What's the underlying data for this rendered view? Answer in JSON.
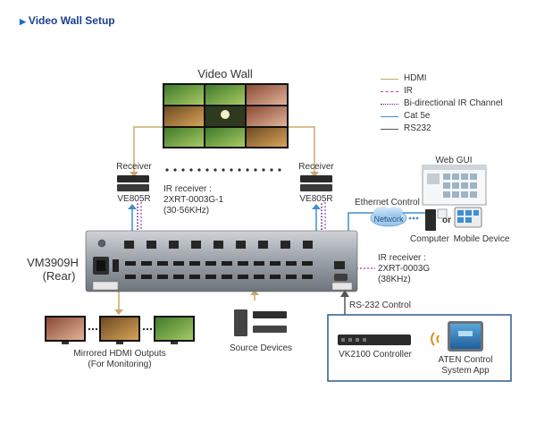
{
  "heading": "Video Wall Setup",
  "video_wall": {
    "title": "Video Wall"
  },
  "legend": [
    {
      "label": "HDMI",
      "color": "#c8a86b",
      "style": "solid"
    },
    {
      "label": "IR",
      "color": "#b33aa8",
      "style": "dashed"
    },
    {
      "label": "Bi-directional IR Channel",
      "color": "#5a1f84",
      "style": "dotted"
    },
    {
      "label": "Cat 5e",
      "color": "#3d8fd1",
      "style": "solid"
    },
    {
      "label": "RS232",
      "color": "#555555",
      "style": "solid"
    }
  ],
  "receiver_left": {
    "title": "Receiver",
    "model": "VE805R"
  },
  "receiver_right": {
    "title": "Receiver",
    "model": "VE805R"
  },
  "ir_receiver_left": {
    "line1": "IR receiver :",
    "line2": "2XRT-0003G-1",
    "line3": "(30-56KHz)"
  },
  "ir_receiver_right": {
    "line1": "IR receiver :",
    "line2": "2XRT-0003G",
    "line3": "(38KHz)"
  },
  "web_gui": "Web GUI",
  "ethernet_control": "Ethernet Control",
  "network": "Network",
  "or": "or",
  "computer": "Computer",
  "mobile_device": "Mobile Device",
  "device": {
    "line1": "VM3909H",
    "line2": "(Rear)"
  },
  "rs232_control": "RS-232 Control",
  "controller": "VK2100 Controller",
  "app": {
    "line1": "ATEN Control",
    "line2": "System App"
  },
  "mirrored": {
    "line1": "Mirrored HDMI Outputs",
    "line2": "(For Monitoring)"
  },
  "source_devices": "Source Devices"
}
